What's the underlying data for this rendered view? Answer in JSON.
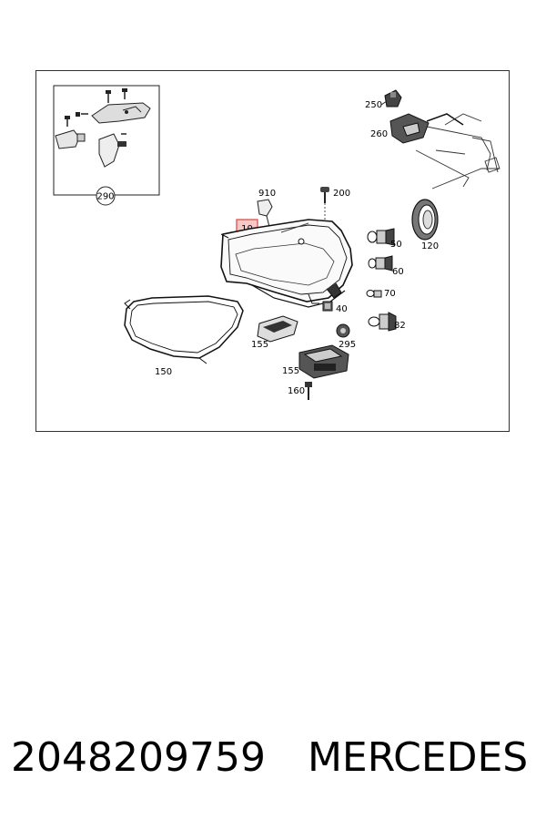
{
  "diagram": {
    "callouts": {
      "c10": "10",
      "c40": "40",
      "c50": "50",
      "c60": "60",
      "c70": "70",
      "c82": "82",
      "c120": "120",
      "c150": "150",
      "c155a": "155",
      "c155b": "155",
      "c160": "160",
      "c200": "200",
      "c250": "250",
      "c260": "260",
      "c290": "290",
      "c295": "295",
      "c910": "910"
    },
    "highlight_color": "#e0504a"
  },
  "footer": {
    "part_number": "2048209759",
    "brand": "MERCEDES"
  }
}
